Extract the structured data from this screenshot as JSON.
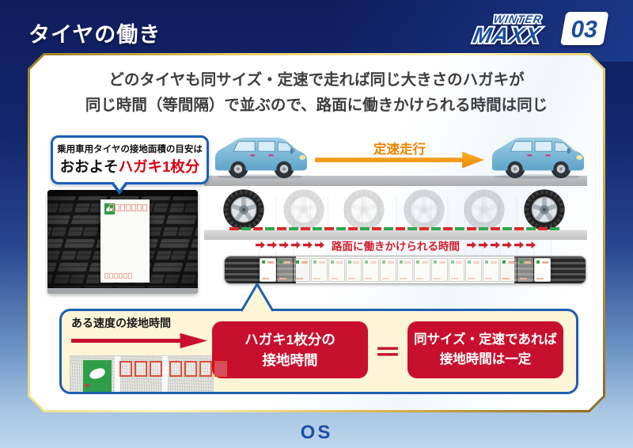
{
  "header": {
    "title": "タイヤの働き",
    "logo": {
      "line1": "WINTER",
      "line2": "MAXX",
      "badge": "03"
    }
  },
  "main": {
    "heading_line1": "どのタイヤも同サイズ・定速で走れば同じ大きさのハガキが",
    "heading_line2": "同じ時間（等間隔）で並ぶので、路面に働きかけられる時間は同じ",
    "bubble": {
      "line1": "乗用車用タイヤの接地面積の目安は",
      "prefix": "おおよそ",
      "highlight": "ハガキ1枚分"
    },
    "speed_label": "定速走行",
    "road_label": "路面に働きかけられる時間"
  },
  "bottom_panel": {
    "left_caption": "ある速度の接地時間",
    "box1_line1": "ハガキ1枚分の",
    "box1_line2": "接地時間",
    "equals": "＝",
    "box2_line1": "同サイズ・定速であれば",
    "box2_line2": "接地時間は一定"
  },
  "footer": {
    "logo": "OS"
  },
  "colors": {
    "accent_red": "#c8102e",
    "accent_blue": "#1d5fb4",
    "accent_orange": "#f08300",
    "gold": "#d9b54a",
    "highlight_red": "#d7000f",
    "dash_green": "#2fa84d"
  }
}
